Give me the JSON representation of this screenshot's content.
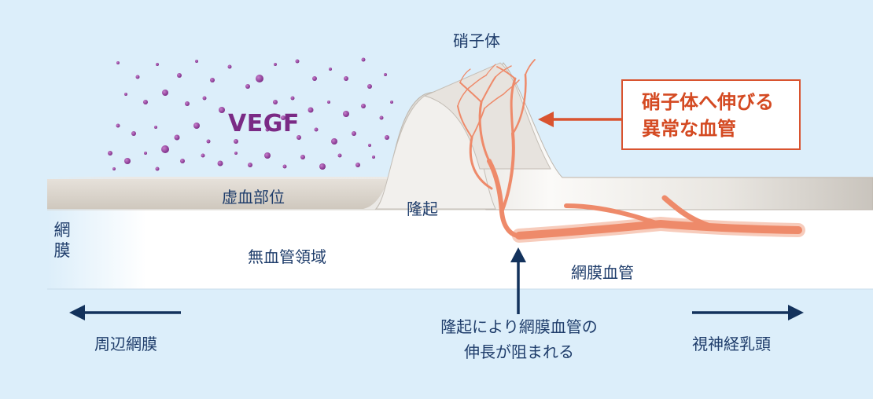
{
  "labels": {
    "vitreous": "硝子体",
    "vegf": "VEGF",
    "ischemic_site": "虚血部位",
    "ridge": "隆起",
    "retina": "網膜",
    "avascular_area": "無血管領域",
    "retinal_vessels": "網膜血管",
    "peripheral_retina": "周辺網膜",
    "optic_disc": "視神経乳頭"
  },
  "callout": {
    "line1": "硝子体へ伸びる",
    "line2": "異常な血管"
  },
  "note": {
    "line1": "隆起により網膜血管の",
    "line2": "伸長が阻まれる"
  },
  "colors": {
    "background": "#dceefa",
    "vessel": "#ee8a6a",
    "particles": "#8e3d95",
    "arrow_dark": "#13325c",
    "callout_accent": "#d9532f"
  },
  "icons": {
    "left_arrow": "arrow-left-icon",
    "right_arrow": "arrow-right-icon",
    "up_arrow": "arrow-up-icon",
    "callout_arrow": "arrow-left-icon"
  }
}
